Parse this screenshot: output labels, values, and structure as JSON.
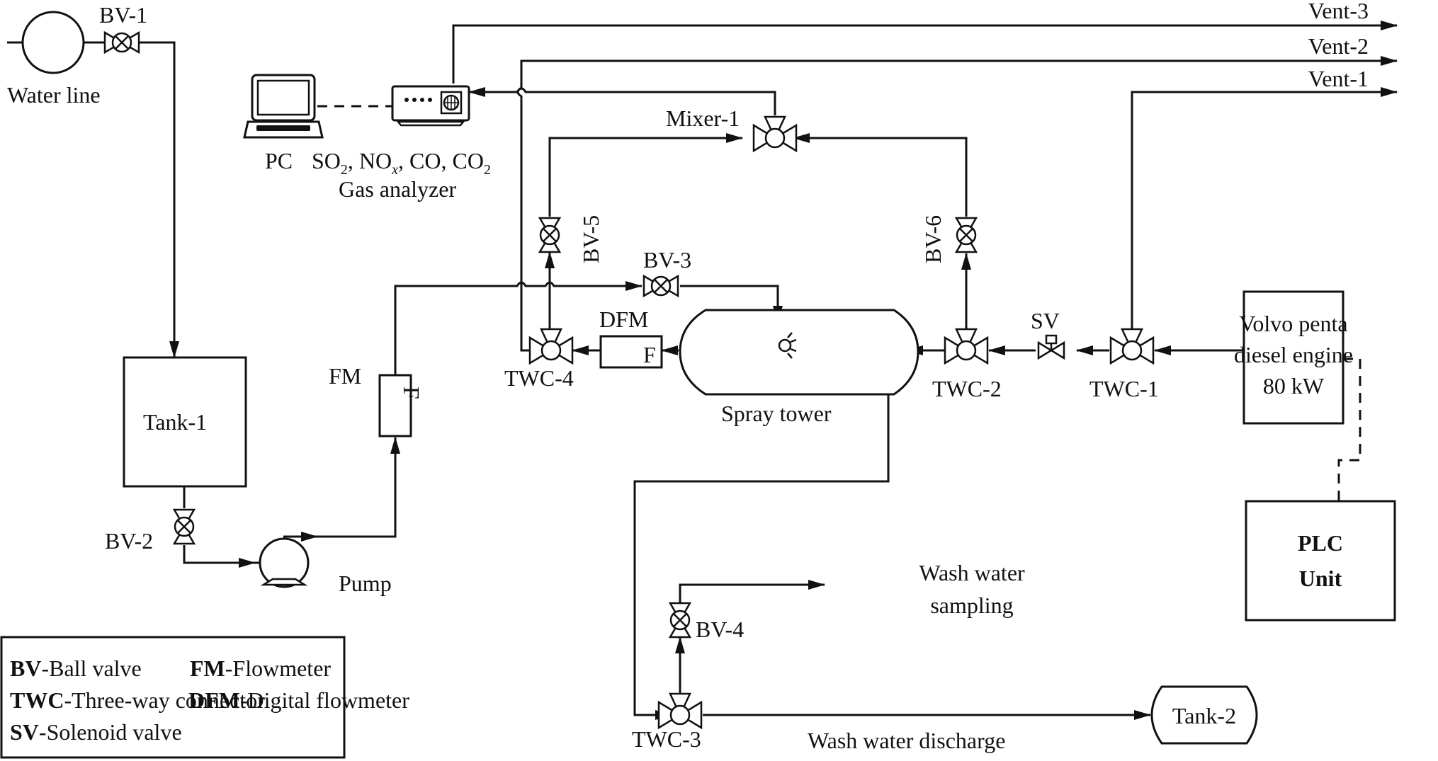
{
  "diagram": {
    "title": "Exhaust gas wet scrubber experimental setup",
    "components": {
      "water_line": "Water line",
      "bv1": "BV-1",
      "bv2": "BV-2",
      "bv3": "BV-3",
      "bv4": "BV-4",
      "bv5": "BV-5",
      "bv6": "BV-6",
      "tank1": "Tank-1",
      "tank2": "Tank-2",
      "pump": "Pump",
      "fm": "FM",
      "fm_symbol": "F",
      "dfm": "DFM",
      "dfm_symbol": "F",
      "spray_tower": "Spray tower",
      "twc1": "TWC-1",
      "twc2": "TWC-2",
      "twc3": "TWC-3",
      "twc4": "TWC-4",
      "sv": "SV",
      "mixer1": "Mixer-1",
      "pc": "PC",
      "gas_analyzer": "Gas analyzer",
      "gas_species": [
        "SO",
        "2",
        ", NO",
        "x",
        ", CO, CO",
        "2"
      ],
      "engine_line1": "Volvo penta",
      "engine_line2": "diesel engine",
      "engine_line3": "80 kW",
      "plc_line1": "PLC",
      "plc_line2": "Unit",
      "vent1": "Vent-1",
      "vent2": "Vent-2",
      "vent3": "Vent-3",
      "wash_sampling_line1": "Wash water",
      "wash_sampling_line2": "sampling",
      "wash_discharge": "Wash water discharge"
    },
    "legend": [
      {
        "abbr": "BV",
        "desc": "-Ball valve"
      },
      {
        "abbr": "TWC",
        "desc": "-Three-way connector"
      },
      {
        "abbr": "SV",
        "desc": "-Solenoid valve"
      },
      {
        "abbr": "FM",
        "desc": "-Flowmeter"
      },
      {
        "abbr": "DFM",
        "desc": "-Digital flowmeter"
      }
    ],
    "colors": {
      "stroke": "#111111",
      "background": "#ffffff"
    }
  }
}
